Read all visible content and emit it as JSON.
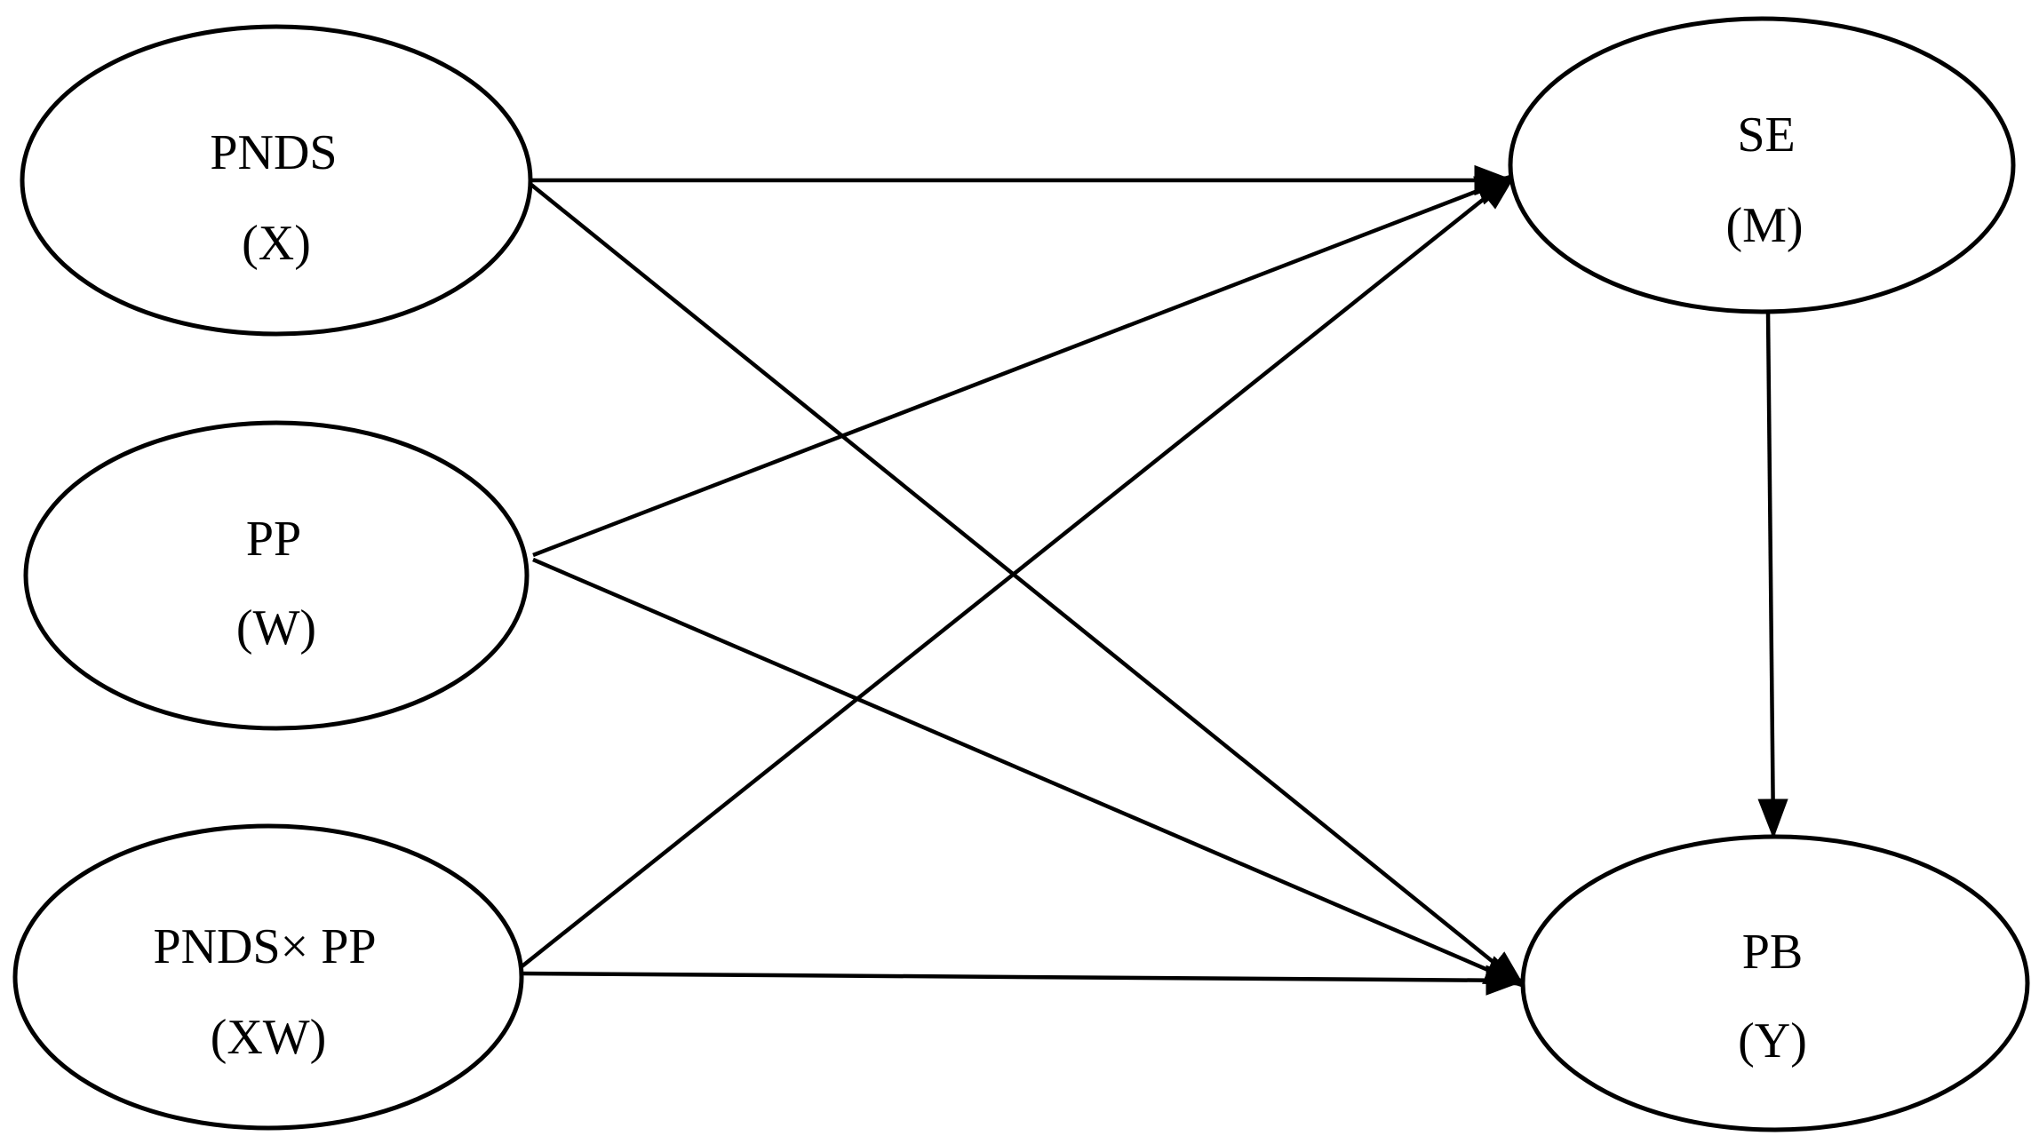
{
  "diagram": {
    "nodes": [
      {
        "id": "x",
        "name": "PNDS",
        "symbol": "(X)"
      },
      {
        "id": "w",
        "name": "PP",
        "symbol": "(W)"
      },
      {
        "id": "xw",
        "name": "PNDS× PP",
        "symbol": "(XW)"
      },
      {
        "id": "m",
        "name": "SE",
        "symbol": "(M)"
      },
      {
        "id": "y",
        "name": "PB",
        "symbol": "(Y)"
      }
    ],
    "edges": [
      {
        "from": "x",
        "to": "m"
      },
      {
        "from": "x",
        "to": "y"
      },
      {
        "from": "w",
        "to": "m"
      },
      {
        "from": "w",
        "to": "y"
      },
      {
        "from": "xw",
        "to": "m"
      },
      {
        "from": "xw",
        "to": "y"
      },
      {
        "from": "m",
        "to": "y"
      }
    ],
    "colors": {
      "stroke": "#000000",
      "fill": "#ffffff"
    }
  }
}
